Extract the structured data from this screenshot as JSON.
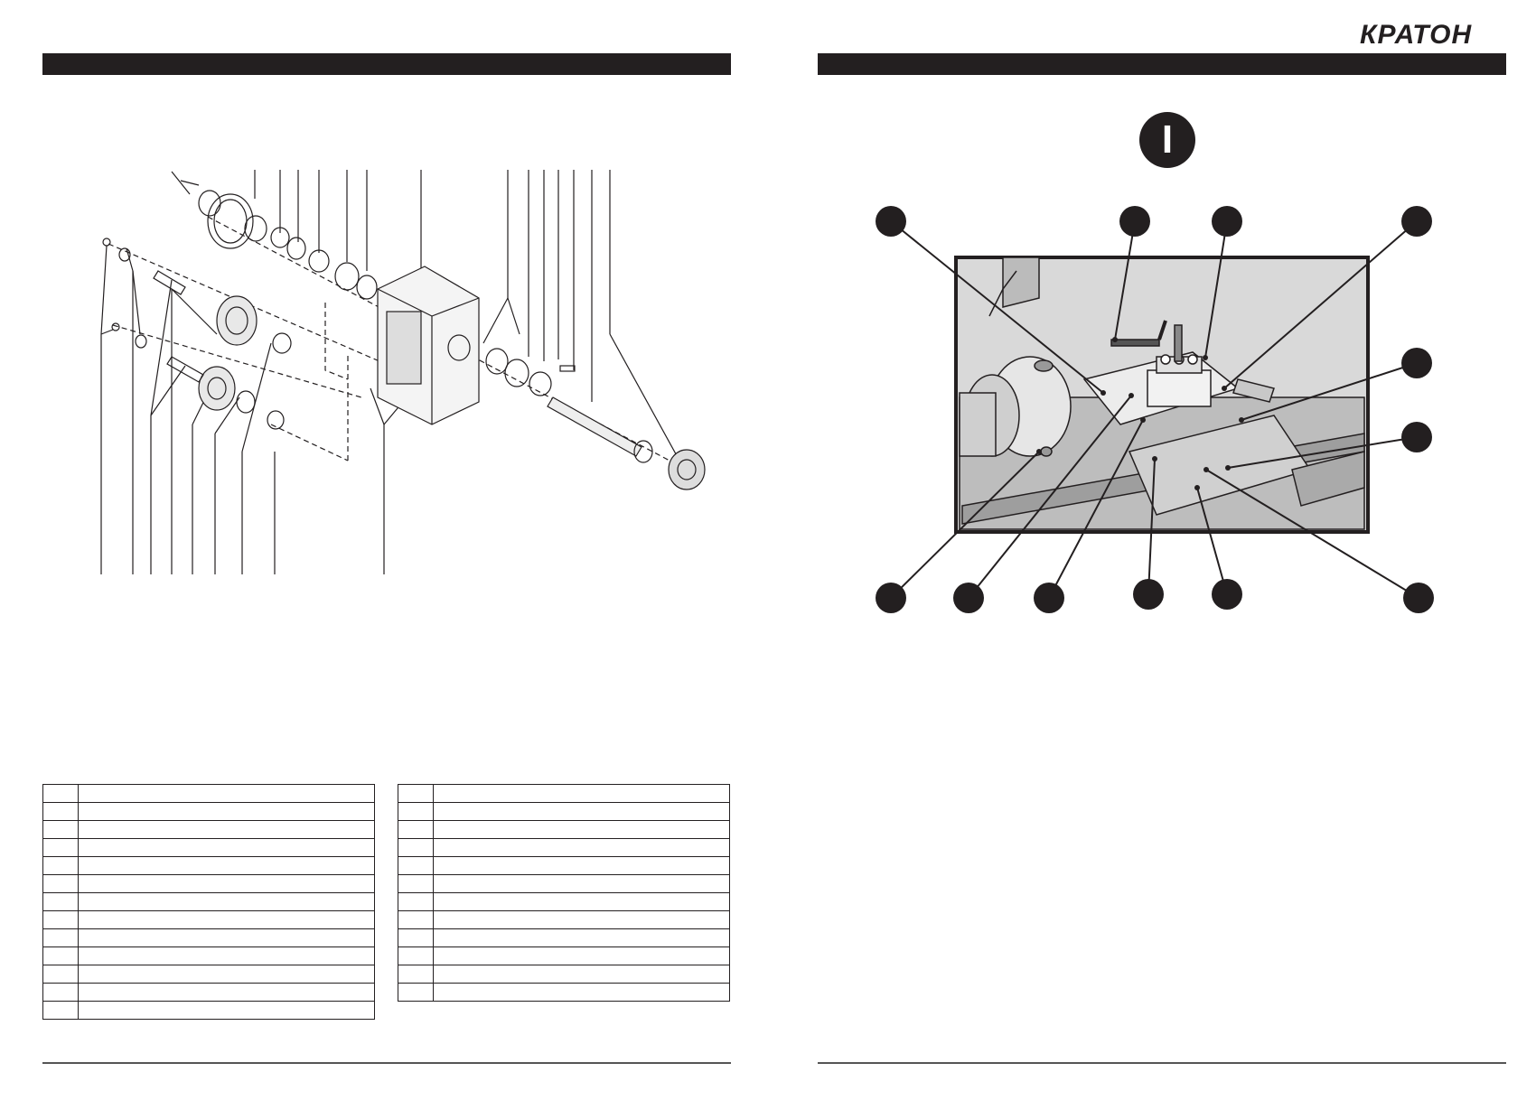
{
  "brand": {
    "logo_text": "КРАТОН"
  },
  "right_page": {
    "figure_label": "I"
  },
  "left_page": {
    "table_a_rows": 13,
    "table_b_rows": 12
  }
}
